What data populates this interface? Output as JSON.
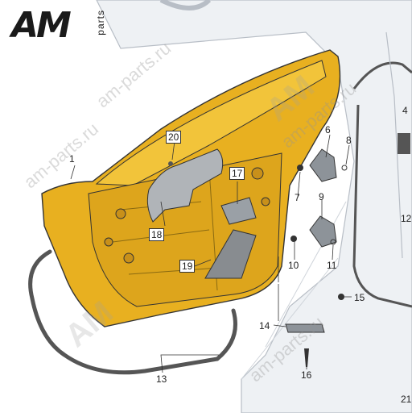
{
  "logo": {
    "brand": "AM",
    "suffix": "parts"
  },
  "watermarks": [
    "am-parts.ru",
    "am-parts.ru",
    "am-parts.ru",
    "am-parts.ru",
    "AM",
    "AM"
  ],
  "callouts": {
    "c1": "1",
    "c4": "4",
    "c6": "6",
    "c7": "7",
    "c8": "8",
    "c9": "9",
    "c10": "10",
    "c11": "11",
    "c12": "12",
    "c13": "13",
    "c14": "14",
    "c15": "15",
    "c16": "16",
    "c17": "17",
    "c18": "18",
    "c19": "19",
    "c20": "20",
    "c21": "21"
  },
  "colors": {
    "door": "#e8b020",
    "door_shade": "#c8901a",
    "line": "#333333",
    "body": "#eef1f4"
  }
}
